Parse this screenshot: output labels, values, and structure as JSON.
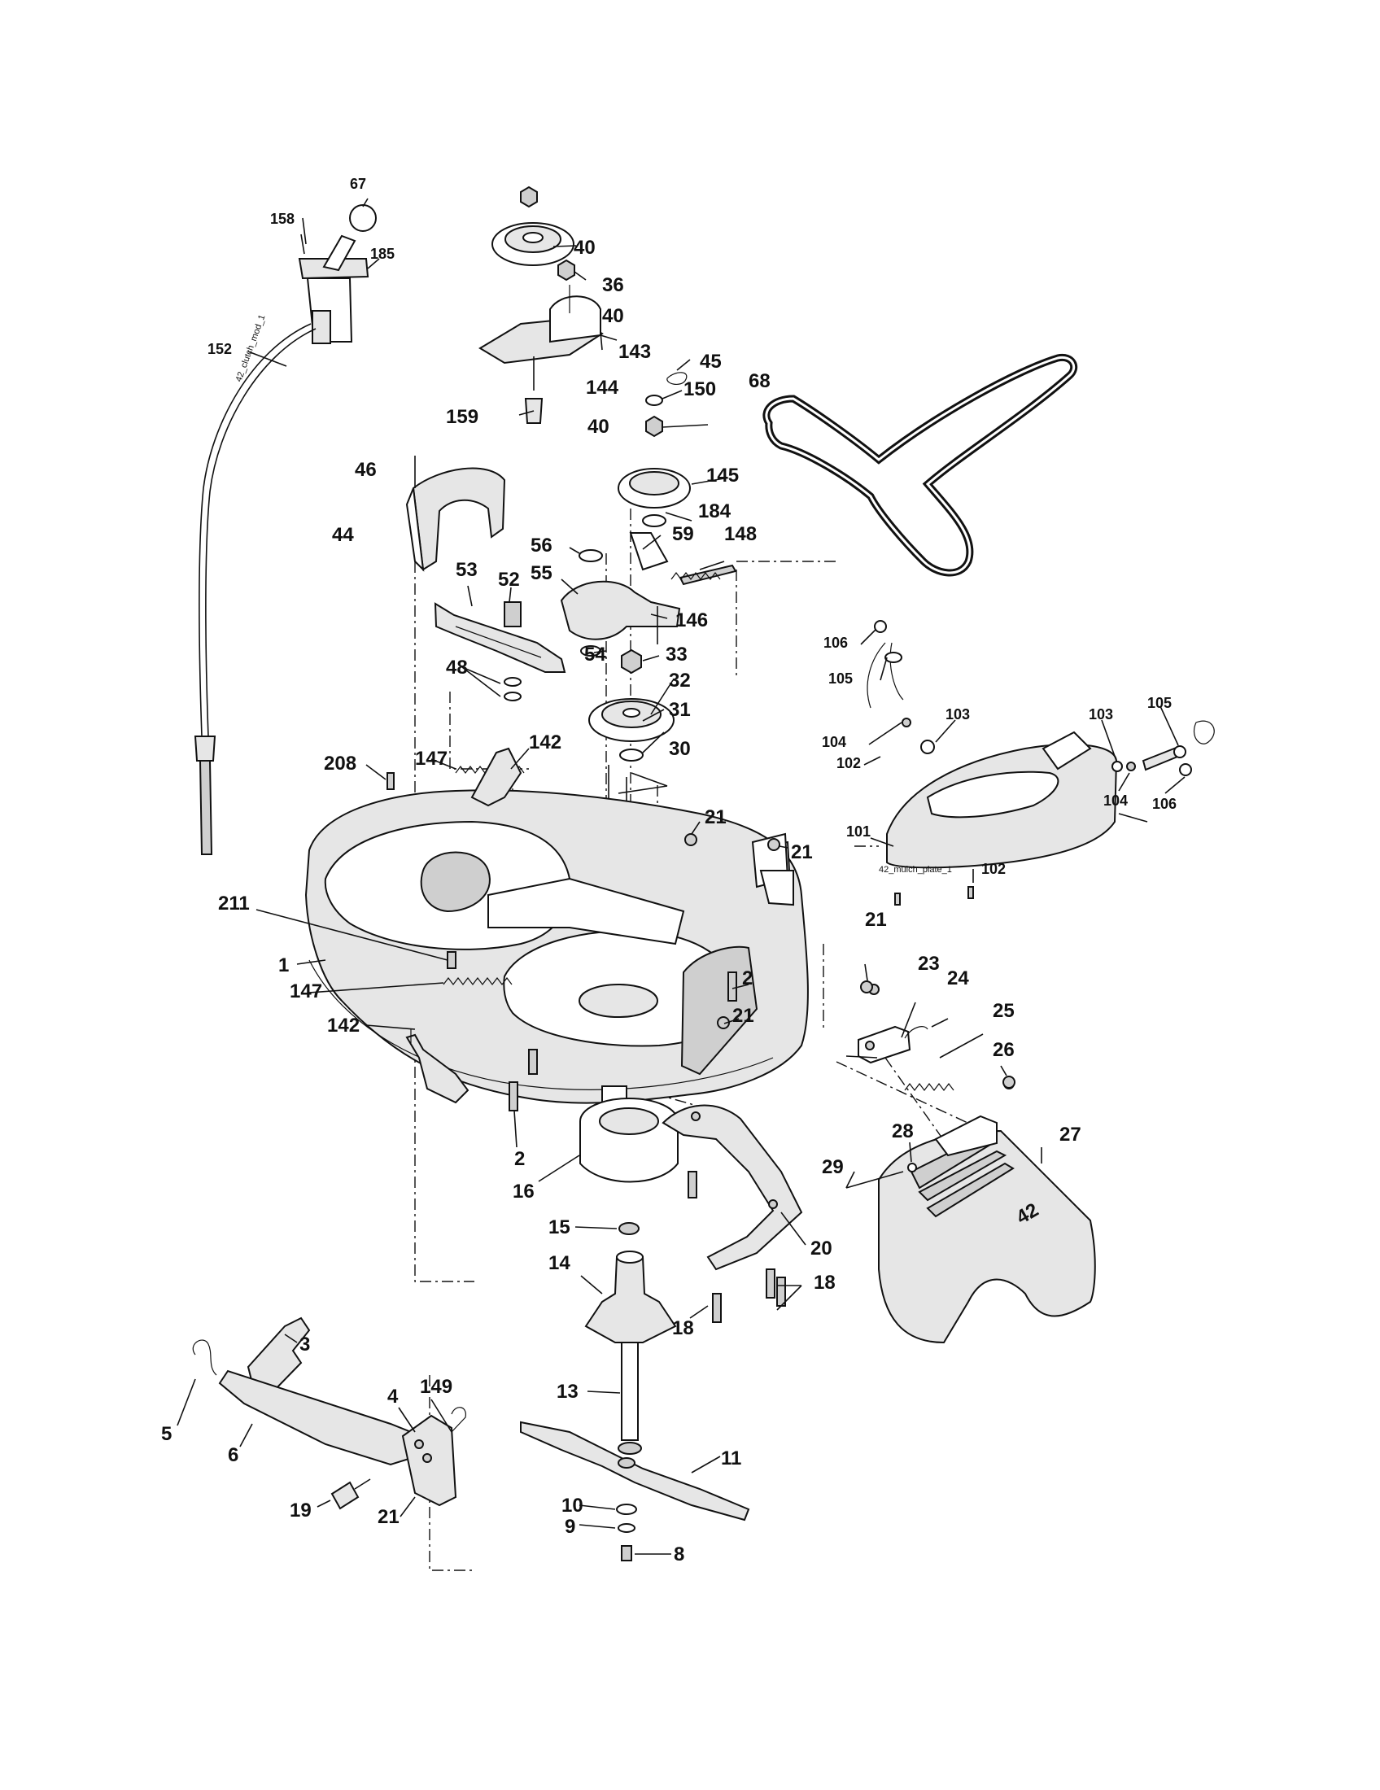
{
  "diagram": {
    "captions": {
      "clutch_cable": "42_clutch_mod_1",
      "mulch_plate": "42_mulch_plate_1",
      "shield_badge": "42"
    },
    "callouts": [
      "67",
      "158",
      "185",
      "152",
      "40",
      "36",
      "40",
      "143",
      "144",
      "45",
      "150",
      "159",
      "40",
      "68",
      "46",
      "145",
      "44",
      "184",
      "56",
      "59",
      "148",
      "53",
      "52",
      "55",
      "146",
      "54",
      "33",
      "48",
      "32",
      "31",
      "106",
      "105",
      "103",
      "103",
      "105",
      "104",
      "102",
      "104",
      "106",
      "208",
      "147",
      "142",
      "30",
      "21",
      "21",
      "101",
      "102",
      "211",
      "1",
      "147",
      "21",
      "2",
      "21",
      "23",
      "24",
      "25",
      "142",
      "26",
      "2",
      "16",
      "28",
      "27",
      "29",
      "15",
      "20",
      "14",
      "18",
      "3",
      "18",
      "13",
      "4",
      "149",
      "5",
      "6",
      "11",
      "19",
      "21",
      "10",
      "9",
      "8"
    ]
  }
}
